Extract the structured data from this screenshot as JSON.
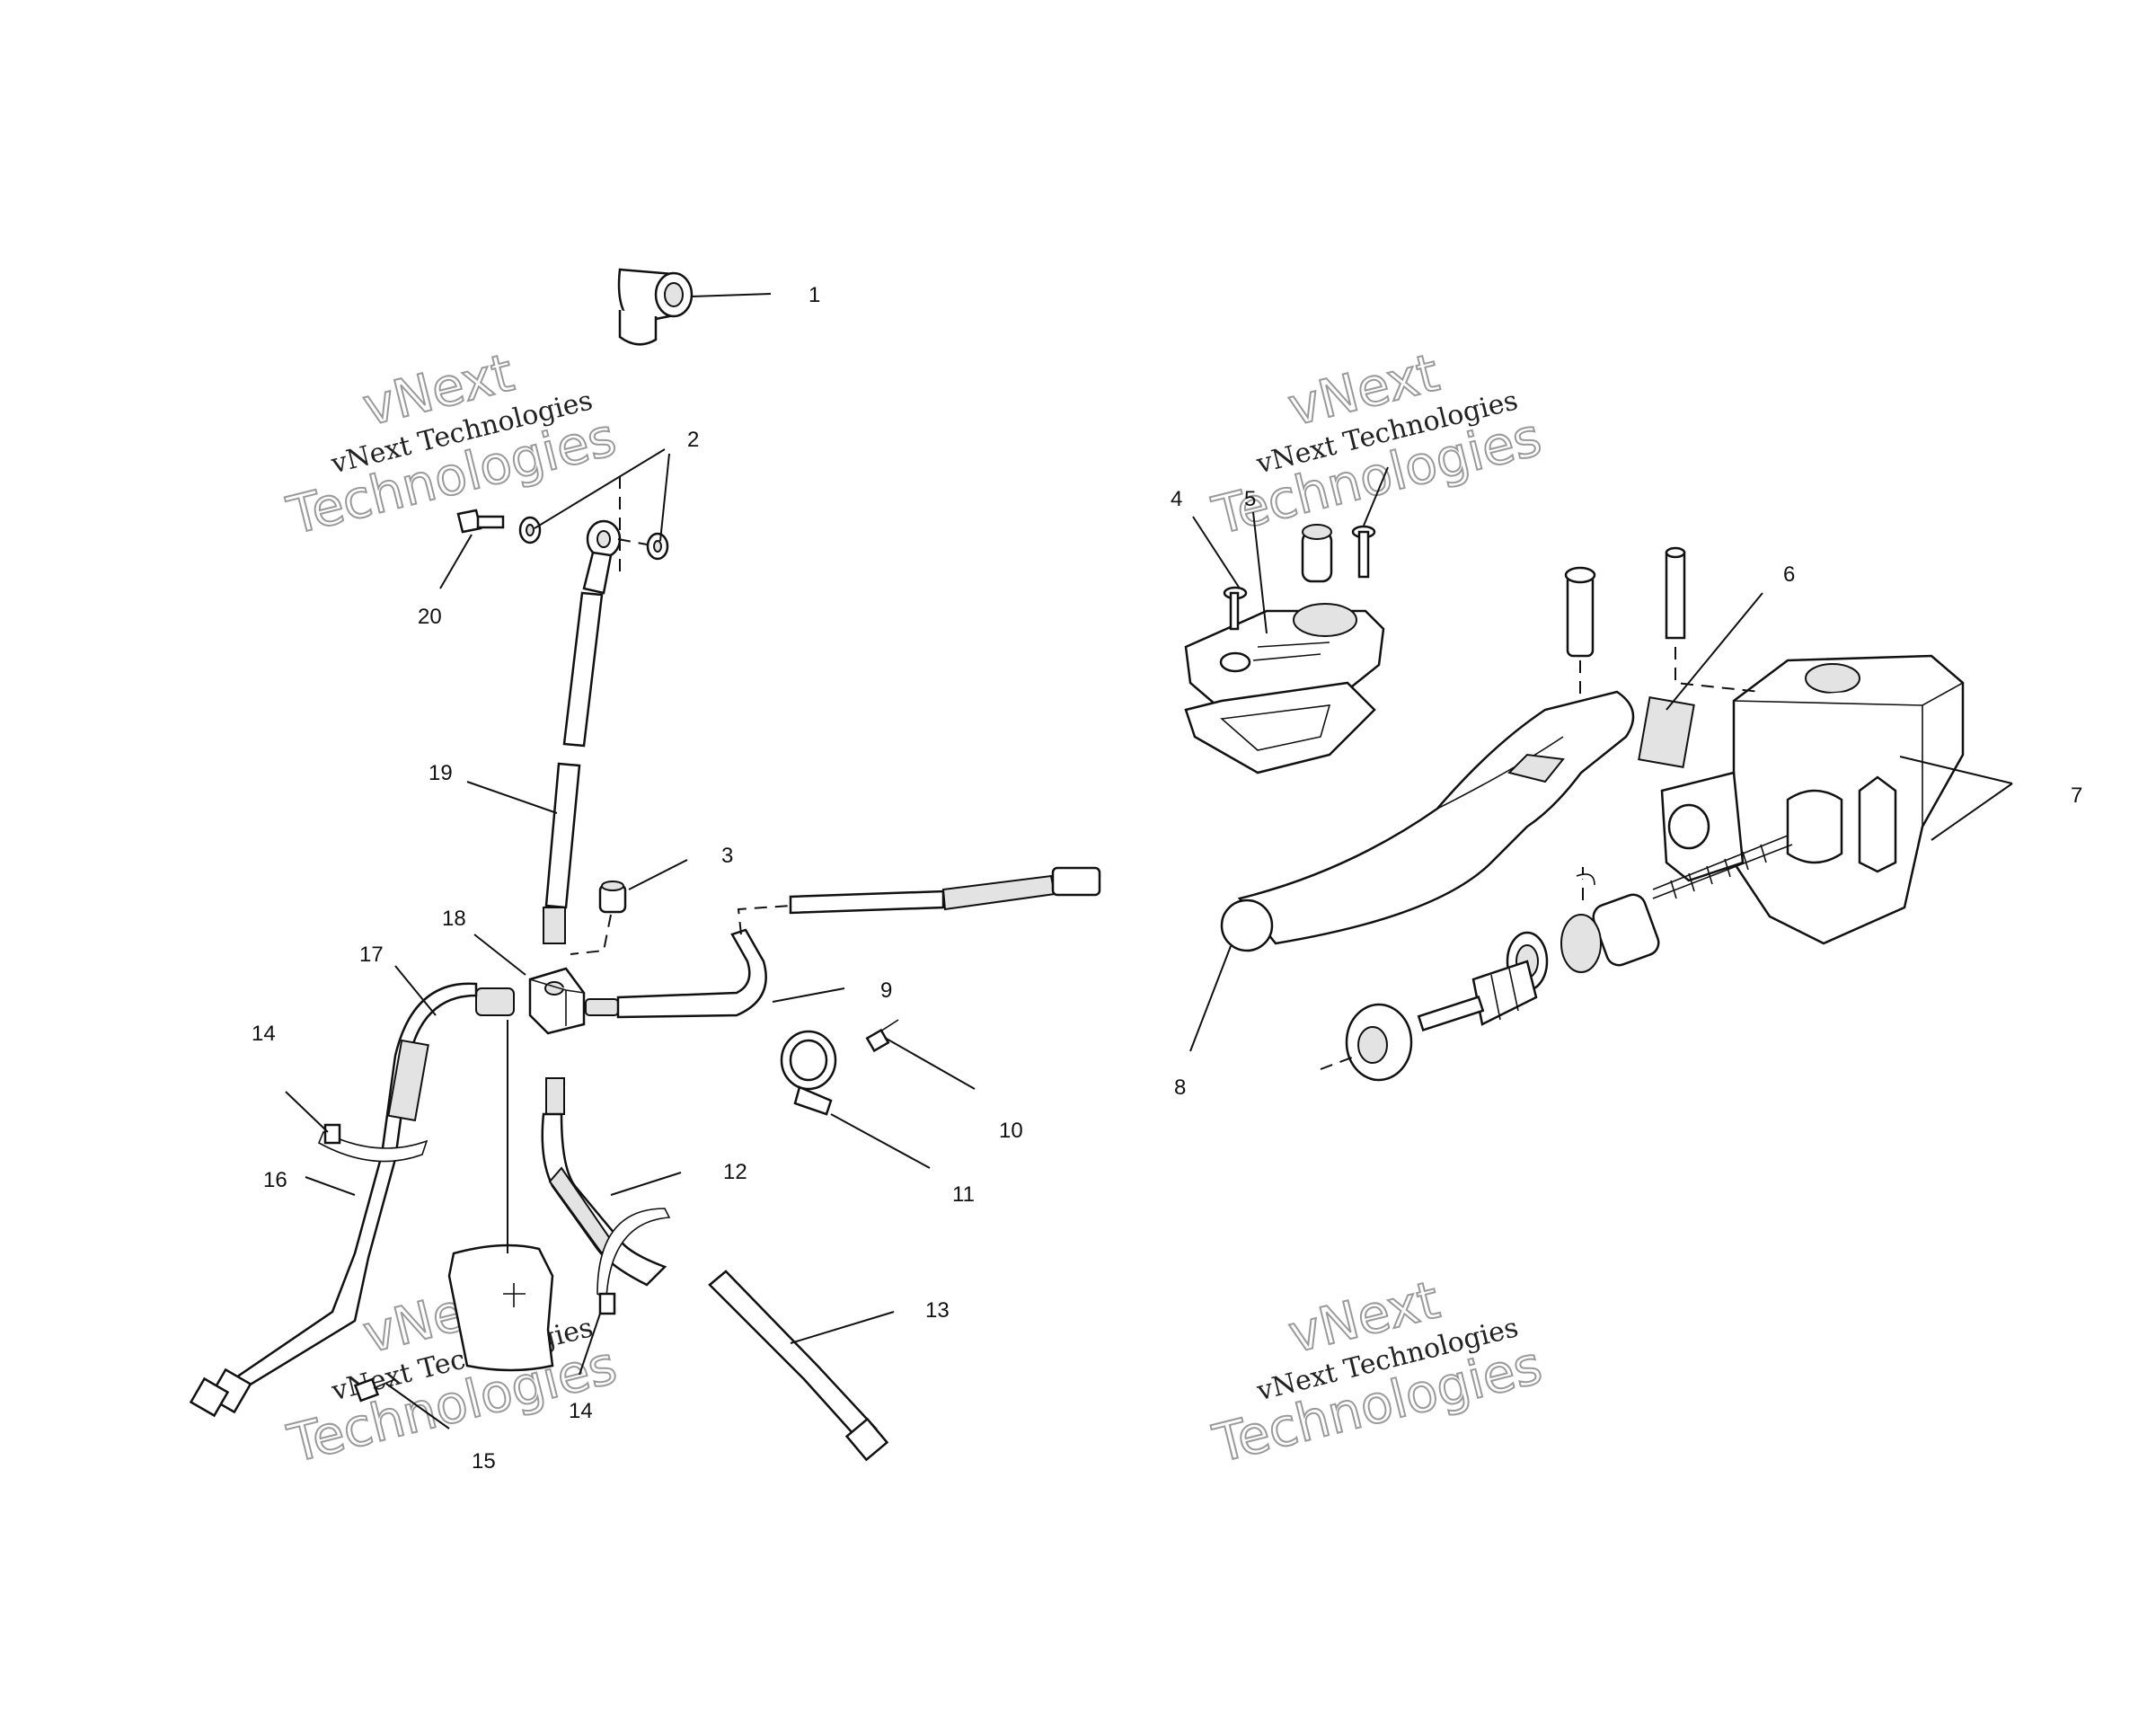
{
  "watermark": {
    "line1": "vNext",
    "line2": "vNext Technologies",
    "line3": "Technologies"
  },
  "callouts": [
    {
      "id": "c1",
      "text": "1"
    },
    {
      "id": "c2",
      "text": "2"
    },
    {
      "id": "c3",
      "text": "3"
    },
    {
      "id": "c4",
      "text": "4"
    },
    {
      "id": "c5",
      "text": "5"
    },
    {
      "id": "c6",
      "text": "6"
    },
    {
      "id": "c7",
      "text": "7"
    },
    {
      "id": "c8",
      "text": "8"
    },
    {
      "id": "c9",
      "text": "9"
    },
    {
      "id": "c10",
      "text": "10"
    },
    {
      "id": "c11",
      "text": "11"
    },
    {
      "id": "c12",
      "text": "12"
    },
    {
      "id": "c13",
      "text": "13"
    },
    {
      "id": "c14a",
      "text": "14"
    },
    {
      "id": "c14b",
      "text": "14"
    },
    {
      "id": "c15",
      "text": "15"
    },
    {
      "id": "c16",
      "text": "16"
    },
    {
      "id": "c17",
      "text": "17"
    },
    {
      "id": "c18",
      "text": "18"
    },
    {
      "id": "c19",
      "text": "19"
    },
    {
      "id": "c20",
      "text": "20"
    }
  ],
  "colors": {
    "line": "#111111",
    "background": "#ffffff",
    "watermark_outline": "#9a9a9a"
  }
}
